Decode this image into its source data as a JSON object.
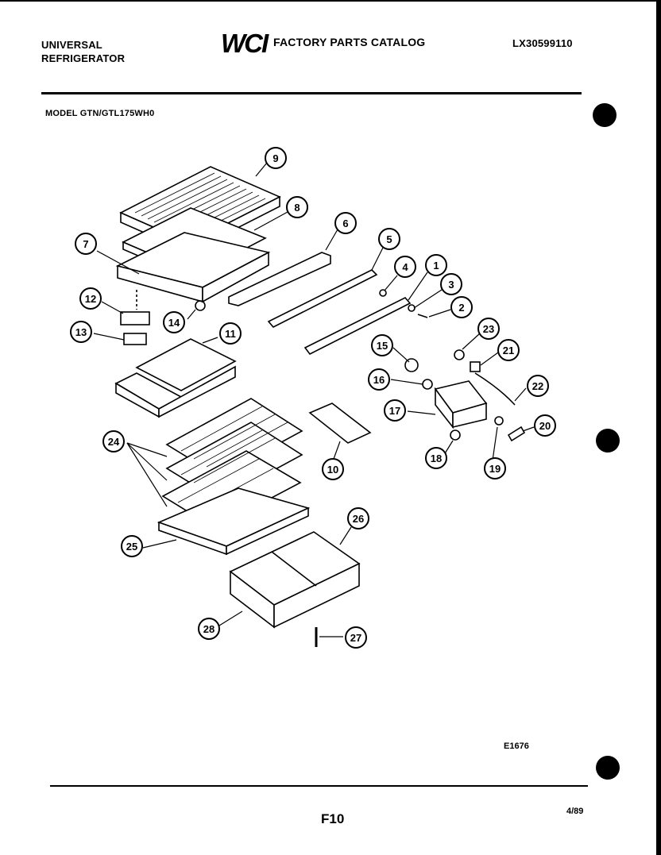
{
  "header": {
    "brand_line1": "UNIVERSAL",
    "brand_line2": "REFRIGERATOR",
    "logo_text": "WCI",
    "catalog_title": "FACTORY PARTS CATALOG",
    "doc_number": "LX30599110",
    "model": "MODEL GTN/GTL175WH0"
  },
  "footer": {
    "diagram_code": "E1676",
    "page": "F10",
    "date": "4/89"
  },
  "callouts": [
    "1",
    "2",
    "3",
    "4",
    "5",
    "6",
    "7",
    "8",
    "9",
    "10",
    "11",
    "12",
    "13",
    "14",
    "15",
    "16",
    "17",
    "18",
    "19",
    "20",
    "21",
    "22",
    "23",
    "24",
    "25",
    "26",
    "27",
    "28"
  ]
}
